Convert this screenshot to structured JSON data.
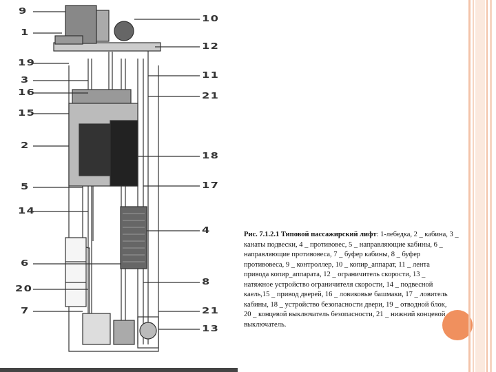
{
  "figure": {
    "labels": [
      "9",
      "1",
      "19",
      "3",
      "16",
      "15",
      "2",
      "5",
      "14",
      "6",
      "20",
      "7",
      "10",
      "12",
      "11",
      "21",
      "18",
      "17",
      "4",
      "8",
      "21",
      "13"
    ]
  },
  "caption": {
    "title": "Рис. 7.1.2.1 Типовой пассажирский лифт",
    "lines": [
      ": 1-лебедка, 2 _ кабина, 3 _",
      "канаты подвески, 4 _ противовес, 5 _ направляющие кабины, 6 _",
      "направляющие противовеса, 7 _ буфер кабины, 8 _ буфер",
      "противовеса, 9 _ контроллер, 10 _ копир_аппарат, 11 _ лента",
      "привода копир_аппарата, 12 _ ограничитель скорости, 13 _",
      "натяжное устройство ограничителя скорости, 14 _ подвесной",
      "каель,15 _ привод дверей, 16 _ ловиковые башмаки, 17 _ ловитель",
      "кабины, 18 _ устройство безопасности двери, 19 _ отводной блок,",
      "20 _ концевой выключатель безопасности, 21 _ нижний концевой",
      "выключатель."
    ]
  },
  "colors": {
    "accent_dot": "#ef8a55",
    "stripe": "#f3c3a9"
  }
}
